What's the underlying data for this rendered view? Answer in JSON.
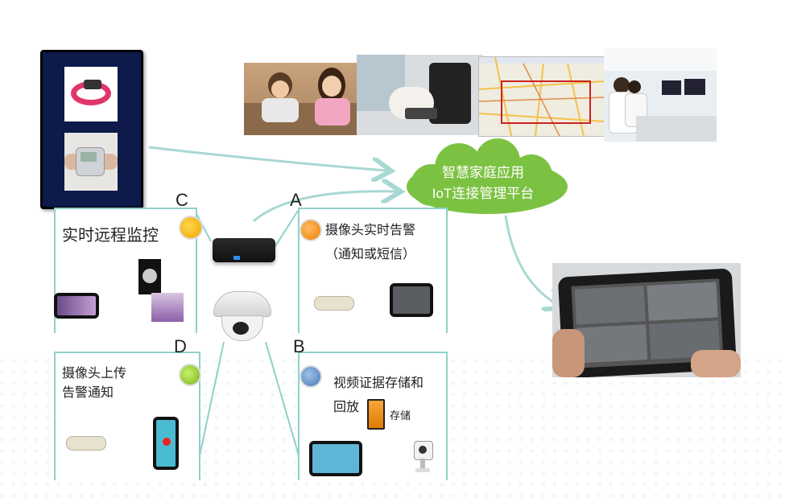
{
  "platform": {
    "line1": "智慧家庭应用",
    "line2": "IoT连接管理平台"
  },
  "labels": {
    "letter_a": "A",
    "letter_b": "B",
    "letter_c": "C",
    "letter_d": "D",
    "remote_monitor": "实时远程监控",
    "camera_alert": "摄像头实时告警",
    "notify_sms": "（通知或短信）",
    "upload_alert_line1": "摄像头上传",
    "upload_alert_line2": "告警通知",
    "video_storage_line1": "视频证据存储和",
    "video_storage_line2": "回放",
    "storage": "存储"
  },
  "colors": {
    "cloud": "#7cc242",
    "panel_border": "#8fd1c9",
    "arrow": "#a8d8d3"
  }
}
